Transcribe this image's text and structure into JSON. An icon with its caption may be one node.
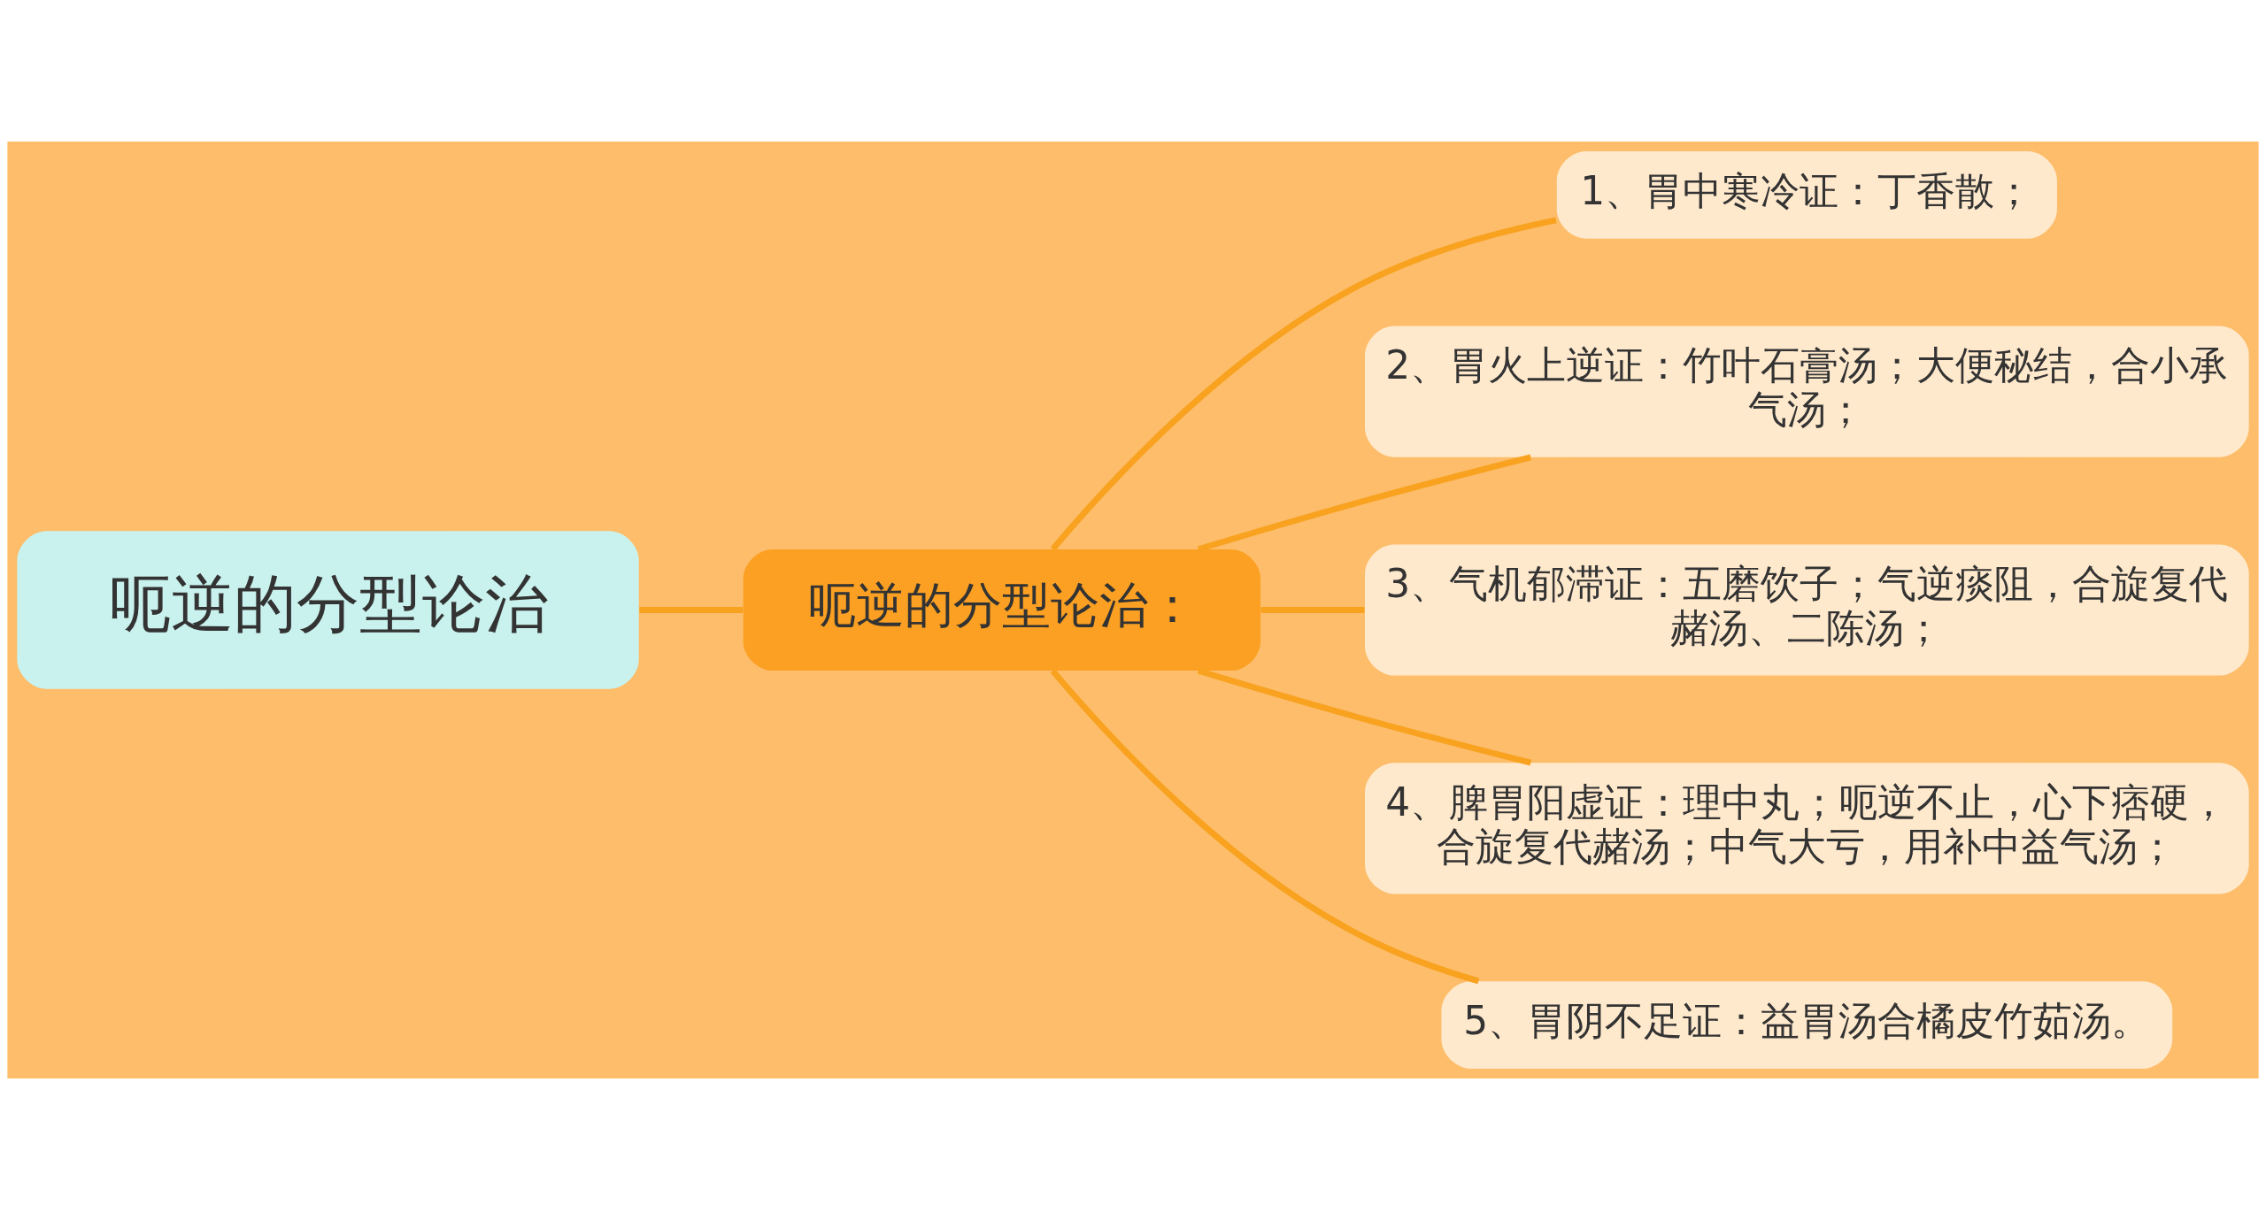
{
  "diagram": {
    "nodes": [
      {
        "text": [
          "呃逆的分型论治"
        ]
      },
      {
        "text": [
          "呃逆的分型论治："
        ]
      },
      {
        "text": [
          "1、胃中寒冷证：丁香散；"
        ]
      },
      {
        "text": [
          "2、胃火上逆证：竹叶石膏汤；大便秘结，合小承气汤；"
        ]
      },
      {
        "text": [
          "3、气机郁滞证：五磨饮子；气逆痰阻，合旋复代赭汤、二陈汤；"
        ]
      },
      {
        "text": [
          "4、脾胃阳虚证：理中丸；呃逆不止，心下痞硬，合旋复代赭汤；中气大亏，用补中益气汤；"
        ]
      },
      {
        "text": [
          "5、胃阴不足证：益胃汤合橘皮竹茹汤。"
        ]
      }
    ],
    "edges": [
      {
        "from": 0,
        "to": 1,
        "arrow": "none"
      },
      {
        "from": 1,
        "to": 2,
        "arrow": "none"
      },
      {
        "from": 1,
        "to": 3,
        "arrow": "none"
      },
      {
        "from": 1,
        "to": 4,
        "arrow": "none"
      },
      {
        "from": 1,
        "to": 5,
        "arrow": "none"
      },
      {
        "from": 1,
        "to": 6,
        "arrow": "none"
      }
    ]
  }
}
